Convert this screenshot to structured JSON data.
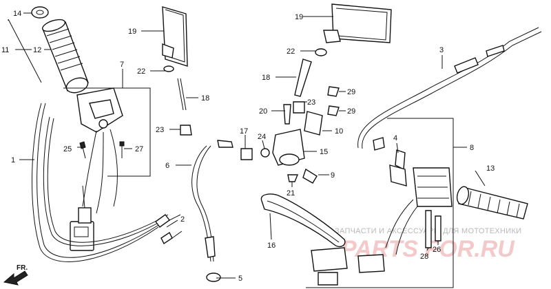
{
  "watermark": {
    "line1": "ЗАПЧАСТИ И АКСЕССУАРЫ ДЛЯ МОТОТЕХНИКИ",
    "line2": "PARTS FOR.RU"
  },
  "direction_label": "FR.",
  "callouts": {
    "c1": "1",
    "c2": "2",
    "c3": "3",
    "c4": "4",
    "c5": "5",
    "c6": "6",
    "c7": "7",
    "c8": "8",
    "c9": "9",
    "c10": "10",
    "c11": "11",
    "c12": "12",
    "c13": "13",
    "c14": "14",
    "c15": "15",
    "c16": "16",
    "c17": "17",
    "c18a": "18",
    "c18b": "18",
    "c19a": "19",
    "c19b": "19",
    "c20": "20",
    "c21": "21",
    "c22a": "22",
    "c22b": "22",
    "c23a": "23",
    "c23b": "23",
    "c24": "24",
    "c25": "25",
    "c26": "26",
    "c27": "27",
    "c28": "28",
    "c29a": "29",
    "c29b": "29"
  }
}
